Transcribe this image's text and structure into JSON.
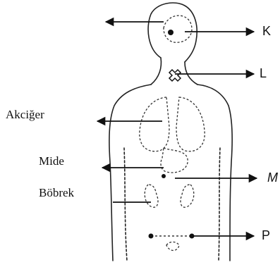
{
  "diagram": {
    "left_labels": {
      "lung": "Akciğer",
      "stomach": "Mide",
      "kidney": "Böbrek"
    },
    "right_labels": {
      "k": "K",
      "l": "L",
      "m": "M",
      "p": "P"
    }
  }
}
